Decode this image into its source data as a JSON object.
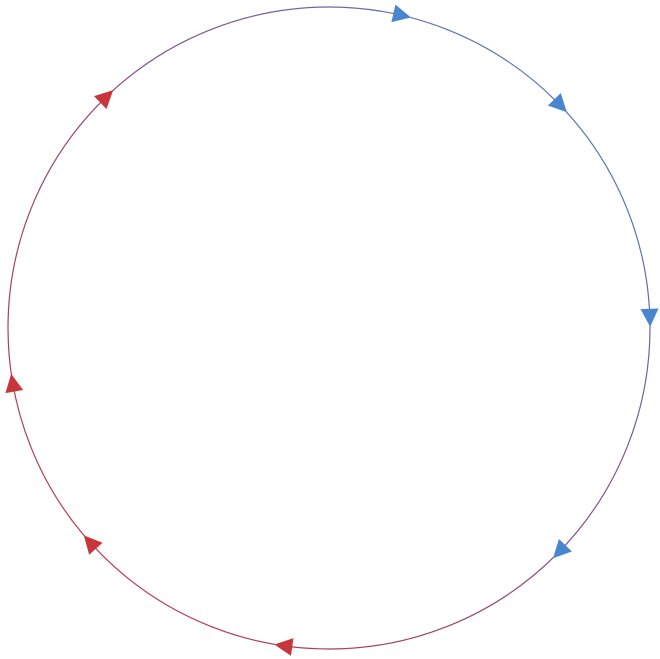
{
  "diagram": {
    "shape": "circle",
    "stroke_style": "thin gradient ring",
    "gradient_colors": [
      "#4a86d0",
      "#8a4a7a",
      "#c8363c"
    ],
    "arrow_colors": {
      "blue": "#4a86d0",
      "red": "#c8363c"
    },
    "arrows": [
      {
        "name": "arrow-top-right",
        "color": "blue",
        "direction": "clockwise"
      },
      {
        "name": "arrow-upper-right",
        "color": "blue",
        "direction": "clockwise"
      },
      {
        "name": "arrow-right",
        "color": "blue",
        "direction": "clockwise"
      },
      {
        "name": "arrow-lower-right",
        "color": "blue",
        "direction": "clockwise"
      },
      {
        "name": "arrow-bottom",
        "color": "red",
        "direction": "clockwise"
      },
      {
        "name": "arrow-lower-left",
        "color": "red",
        "direction": "clockwise"
      },
      {
        "name": "arrow-left",
        "color": "red",
        "direction": "clockwise"
      },
      {
        "name": "arrow-upper-left",
        "color": "red",
        "direction": "clockwise"
      }
    ]
  }
}
